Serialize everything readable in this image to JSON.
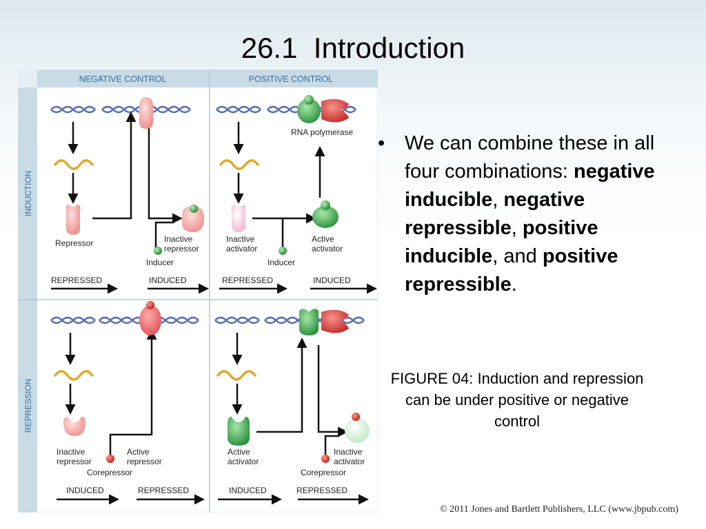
{
  "slide": {
    "title": "26.1  Introduction",
    "bullet": {
      "intro": "We can combine these in all four combinations: ",
      "term1": "negative inducible",
      "sep1": ", ",
      "term2": "negative repressible",
      "sep2": ", ",
      "term3": "positive inducible",
      "sep3": ", and ",
      "term4": "positive repressible",
      "end": "."
    },
    "caption": "FIGURE 04: Induction and repression can be under positive or negative control",
    "copyright": "© 2011 Jones and Bartlett Publishers, LLC (www.jbpub.com)"
  },
  "figure": {
    "col_headers": [
      "NEGATIVE CONTROL",
      "POSITIVE CONTROL"
    ],
    "row_headers": [
      "INDUCTION",
      "REPRESSION"
    ],
    "labels": {
      "rna_polymerase": "RNA polymerase",
      "repressor": "Repressor",
      "inactive_repressor_1": "Inactive",
      "inactive_repressor_2": "repressor",
      "inducer": "Inducer",
      "inactive_activator_1": "Inactive",
      "inactive_activator_2": "activator",
      "active_activator_1": "Active",
      "active_activator_2": "activator",
      "active_repressor_1": "Active",
      "active_repressor_2": "repressor",
      "corepressor": "Corepressor",
      "repressed": "REPRESSED",
      "induced": "INDUCED"
    },
    "colors": {
      "header_bg": "#c9dbe5",
      "header_text": "#2f6ea0",
      "dna": "#5a6fb0",
      "mrna": "#e2a62a",
      "repressor": "#f3a8a6",
      "activator": "#3fae55",
      "rna_polymerase": "#d8403c",
      "small_molecule_green": "#2e9a40",
      "small_molecule_red": "#d42a20"
    }
  }
}
